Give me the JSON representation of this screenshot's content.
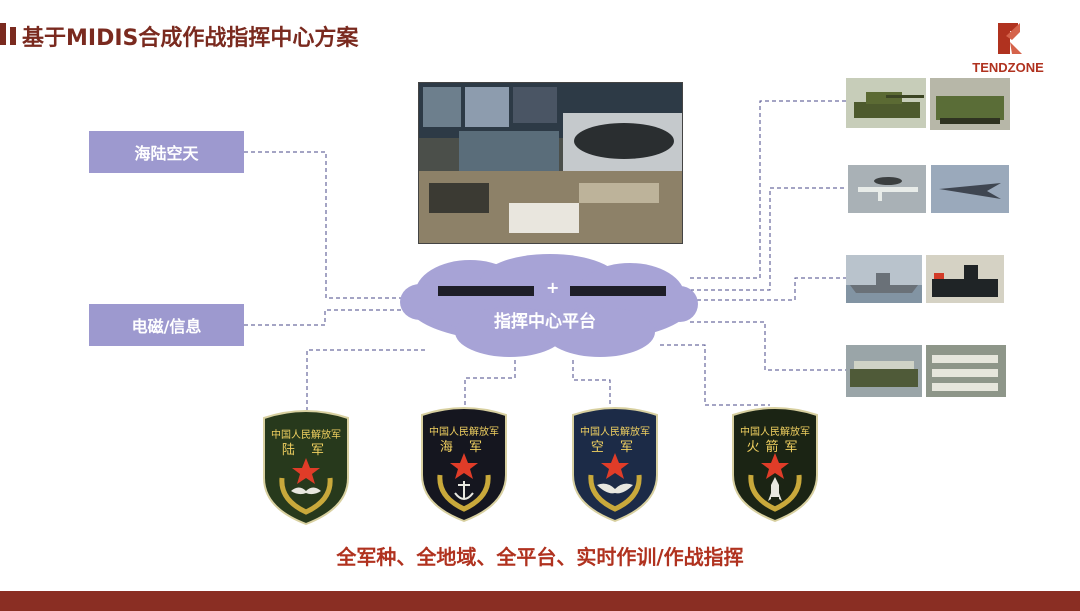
{
  "title": "基于MIDIS合成作战指挥中心方案",
  "logo": {
    "text": "TENDZONE",
    "color": "#b0321f"
  },
  "left_boxes": [
    {
      "label": "海陆空天"
    },
    {
      "label": "电磁/信息"
    }
  ],
  "hub": {
    "label": "指挥中心平台",
    "plus": "+"
  },
  "badges": [
    {
      "top": "中国人民解放军",
      "name": "陆 军",
      "emblem": "wing-emblem-icon"
    },
    {
      "top": "中国人民解放军",
      "name": "海 军",
      "emblem": "anchor-icon"
    },
    {
      "top": "中国人民解放军",
      "name": "空 军",
      "emblem": "wing-emblem-icon"
    },
    {
      "top": "中国人民解放军",
      "name": "火箭军",
      "emblem": "rocket-icon"
    }
  ],
  "right_assets": [
    {
      "pair": [
        "tank-image",
        "armored-vehicle-image"
      ]
    },
    {
      "pair": [
        "awacs-aircraft-image",
        "fighter-jet-image"
      ]
    },
    {
      "pair": [
        "destroyer-ship-image",
        "submarine-image"
      ]
    },
    {
      "pair": [
        "missile-launcher-image",
        "missile-convoy-image"
      ]
    }
  ],
  "footer": "全军种、全地域、全平台、实时作训/作战指挥",
  "colors": {
    "accent": "#7a2a1f",
    "box": "#9d99cf",
    "cloud": "#a7a3d6",
    "dash": "#4a4a8a"
  }
}
